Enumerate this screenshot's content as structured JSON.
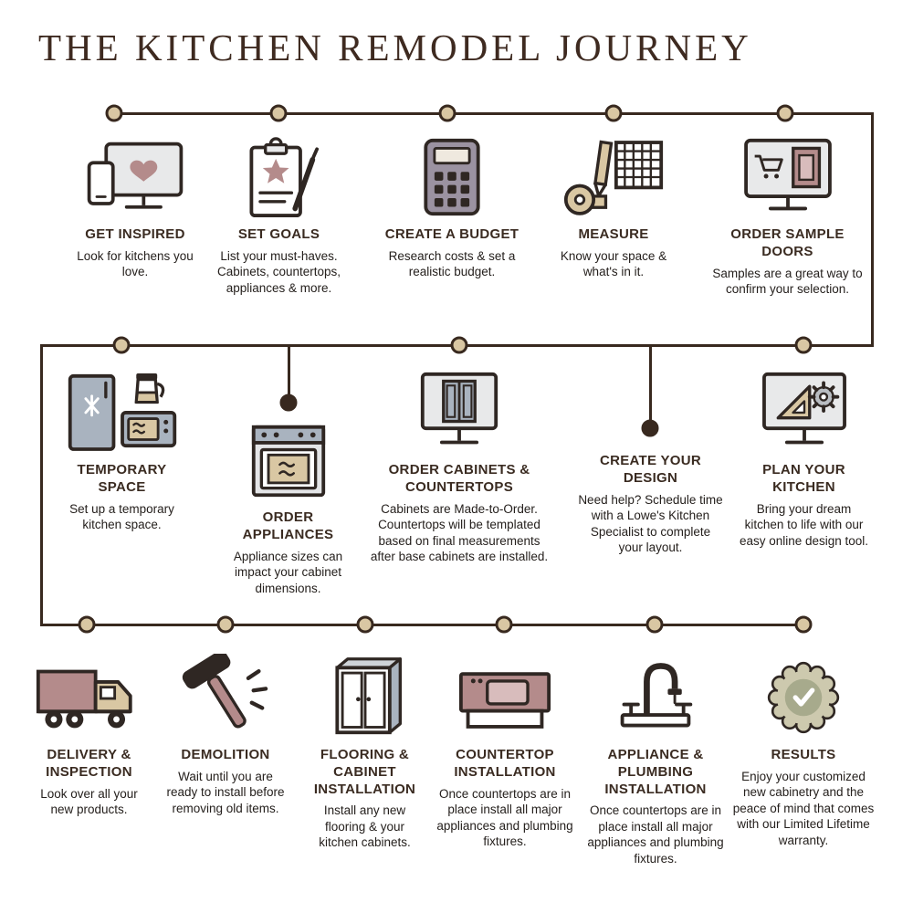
{
  "title": "THE KITCHEN REMODEL JOURNEY",
  "colors": {
    "line": "#38291f",
    "node_fill": "#d9c7a3",
    "title_text": "#3e2a20",
    "accent_mauve": "#b48b8b",
    "accent_beige": "#d9c7a3",
    "accent_bluegray": "#a9b3bf",
    "accent_olive": "#a7aa8c",
    "calculator_purple": "#9b92a1"
  },
  "steps": {
    "get_inspired": {
      "icon": "monitor-heart-phone-icon",
      "title": "GET INSPIRED",
      "desc": "Look for kitchens you love."
    },
    "set_goals": {
      "icon": "clipboard-star-pencil-icon",
      "title": "SET GOALS",
      "desc": "List your must-haves. Cabinets, countertops, appliances & more."
    },
    "create_budget": {
      "icon": "calculator-icon",
      "title": "CREATE A BUDGET",
      "desc": "Research costs & set a realistic budget."
    },
    "measure": {
      "icon": "tape-measure-grid-icon",
      "title": "MEASURE",
      "desc": "Know your space & what's in it."
    },
    "order_sample_doors": {
      "icon": "monitor-cart-door-icon",
      "title": "ORDER SAMPLE DOORS",
      "desc": "Samples are a great way to confirm your selection."
    },
    "temporary_space": {
      "icon": "fridge-coffee-microwave-icon",
      "title": "TEMPORARY SPACE",
      "desc": "Set up a temporary kitchen space."
    },
    "order_appliances": {
      "icon": "range-oven-icon",
      "title": "ORDER APPLIANCES",
      "desc": "Appliance sizes can impact your cabinet dimensions."
    },
    "order_cabinets": {
      "icon": "monitor-cabinet-icon",
      "title": "ORDER CABINETS & COUNTERTOPS",
      "desc": "Cabinets are Made-to-Order. Countertops will be templated based on final measurements after base cabinets are installed."
    },
    "create_design": {
      "icon": "none",
      "title": "CREATE YOUR DESIGN",
      "desc": "Need help? Schedule time with a Lowe's Kitchen Specialist to complete your layout."
    },
    "plan_kitchen": {
      "icon": "monitor-setsquare-gear-icon",
      "title": "PLAN YOUR KITCHEN",
      "desc": "Bring your dream kitchen to life with our easy online design tool."
    },
    "delivery": {
      "icon": "delivery-truck-icon",
      "title": "DELIVERY & INSPECTION",
      "desc": "Look over all your new products."
    },
    "demolition": {
      "icon": "sledgehammer-icon",
      "title": "DEMOLITION",
      "desc": "Wait until you are ready to install before removing old items."
    },
    "flooring": {
      "icon": "cabinet-3d-icon",
      "title": "FLOORING & CABINET INSTALLATION",
      "desc": "Install any new flooring & your kitchen cabinets."
    },
    "countertop": {
      "icon": "countertop-sink-icon",
      "title": "COUNTERTOP INSTALLATION",
      "desc": "Once countertops are in place install all major appliances and plumbing fixtures."
    },
    "appliance_plumbing": {
      "icon": "faucet-icon",
      "title": "APPLIANCE & PLUMBING INSTALLATION",
      "desc": "Once countertops are in place install all major appliances and plumbing fixtures."
    },
    "results": {
      "icon": "warranty-seal-check-icon",
      "title": "RESULTS",
      "desc": "Enjoy your customized new cabinetry and the peace of mind that comes with our Limited Lifetime warranty."
    }
  }
}
